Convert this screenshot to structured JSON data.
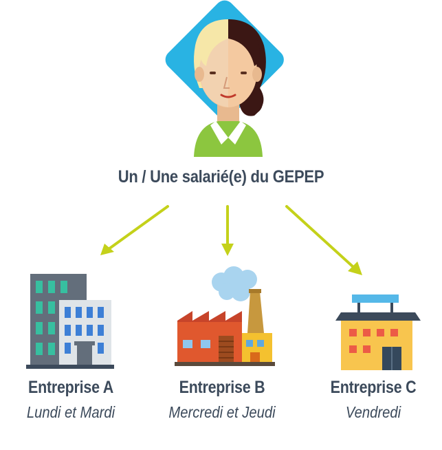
{
  "employee": {
    "label": "Un / Une salarié(e) du GEPEP"
  },
  "companies": [
    {
      "name": "Entreprise A",
      "days": "Lundi et Mardi"
    },
    {
      "name": "Entreprise B",
      "days": "Mercredi et Jeudi"
    },
    {
      "name": "Entreprise C",
      "days": "Vendredi"
    }
  ],
  "colors": {
    "diamond": "#29b3e3",
    "arrow": "#c4d11a",
    "text": "#3c4a5b",
    "shirt": "#8cc63f"
  },
  "icons": [
    "employee-avatar-icon",
    "office-building-icon",
    "factory-icon",
    "store-building-icon"
  ]
}
